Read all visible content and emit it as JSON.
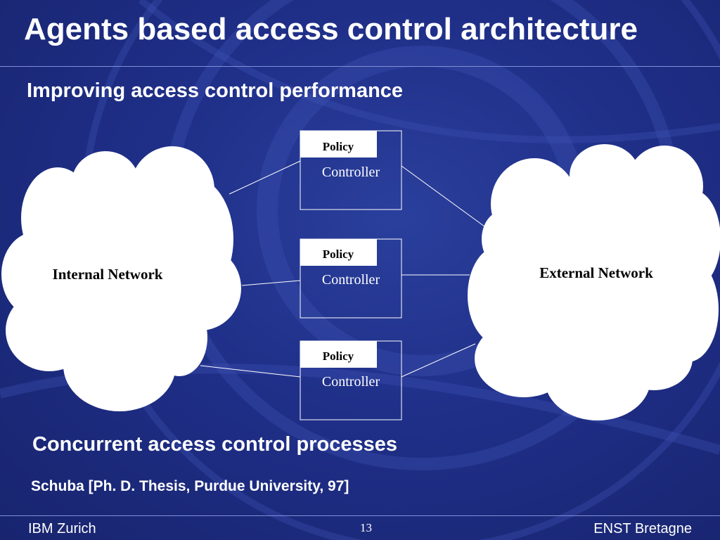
{
  "slide": {
    "title": "Agents based access control architecture",
    "subtitle": "Improving access control performance",
    "caption": "Concurrent access control processes",
    "reference": "Schuba [Ph. D. Thesis, Purdue University, 97]"
  },
  "diagram": {
    "internal_network_label": "Internal Network",
    "external_network_label": "External Network",
    "controllers": [
      {
        "policy_label": "Policy",
        "controller_label": "Controller"
      },
      {
        "policy_label": "Policy",
        "controller_label": "Controller"
      },
      {
        "policy_label": "Policy",
        "controller_label": "Controller"
      }
    ]
  },
  "footer": {
    "left": "IBM Zurich",
    "page_number": "13",
    "right": "ENST Bretagne"
  },
  "colors": {
    "background": "#1f2f88",
    "text": "#ffffff",
    "cloud_fill": "#ffffff",
    "diagram_text": "#000000"
  }
}
